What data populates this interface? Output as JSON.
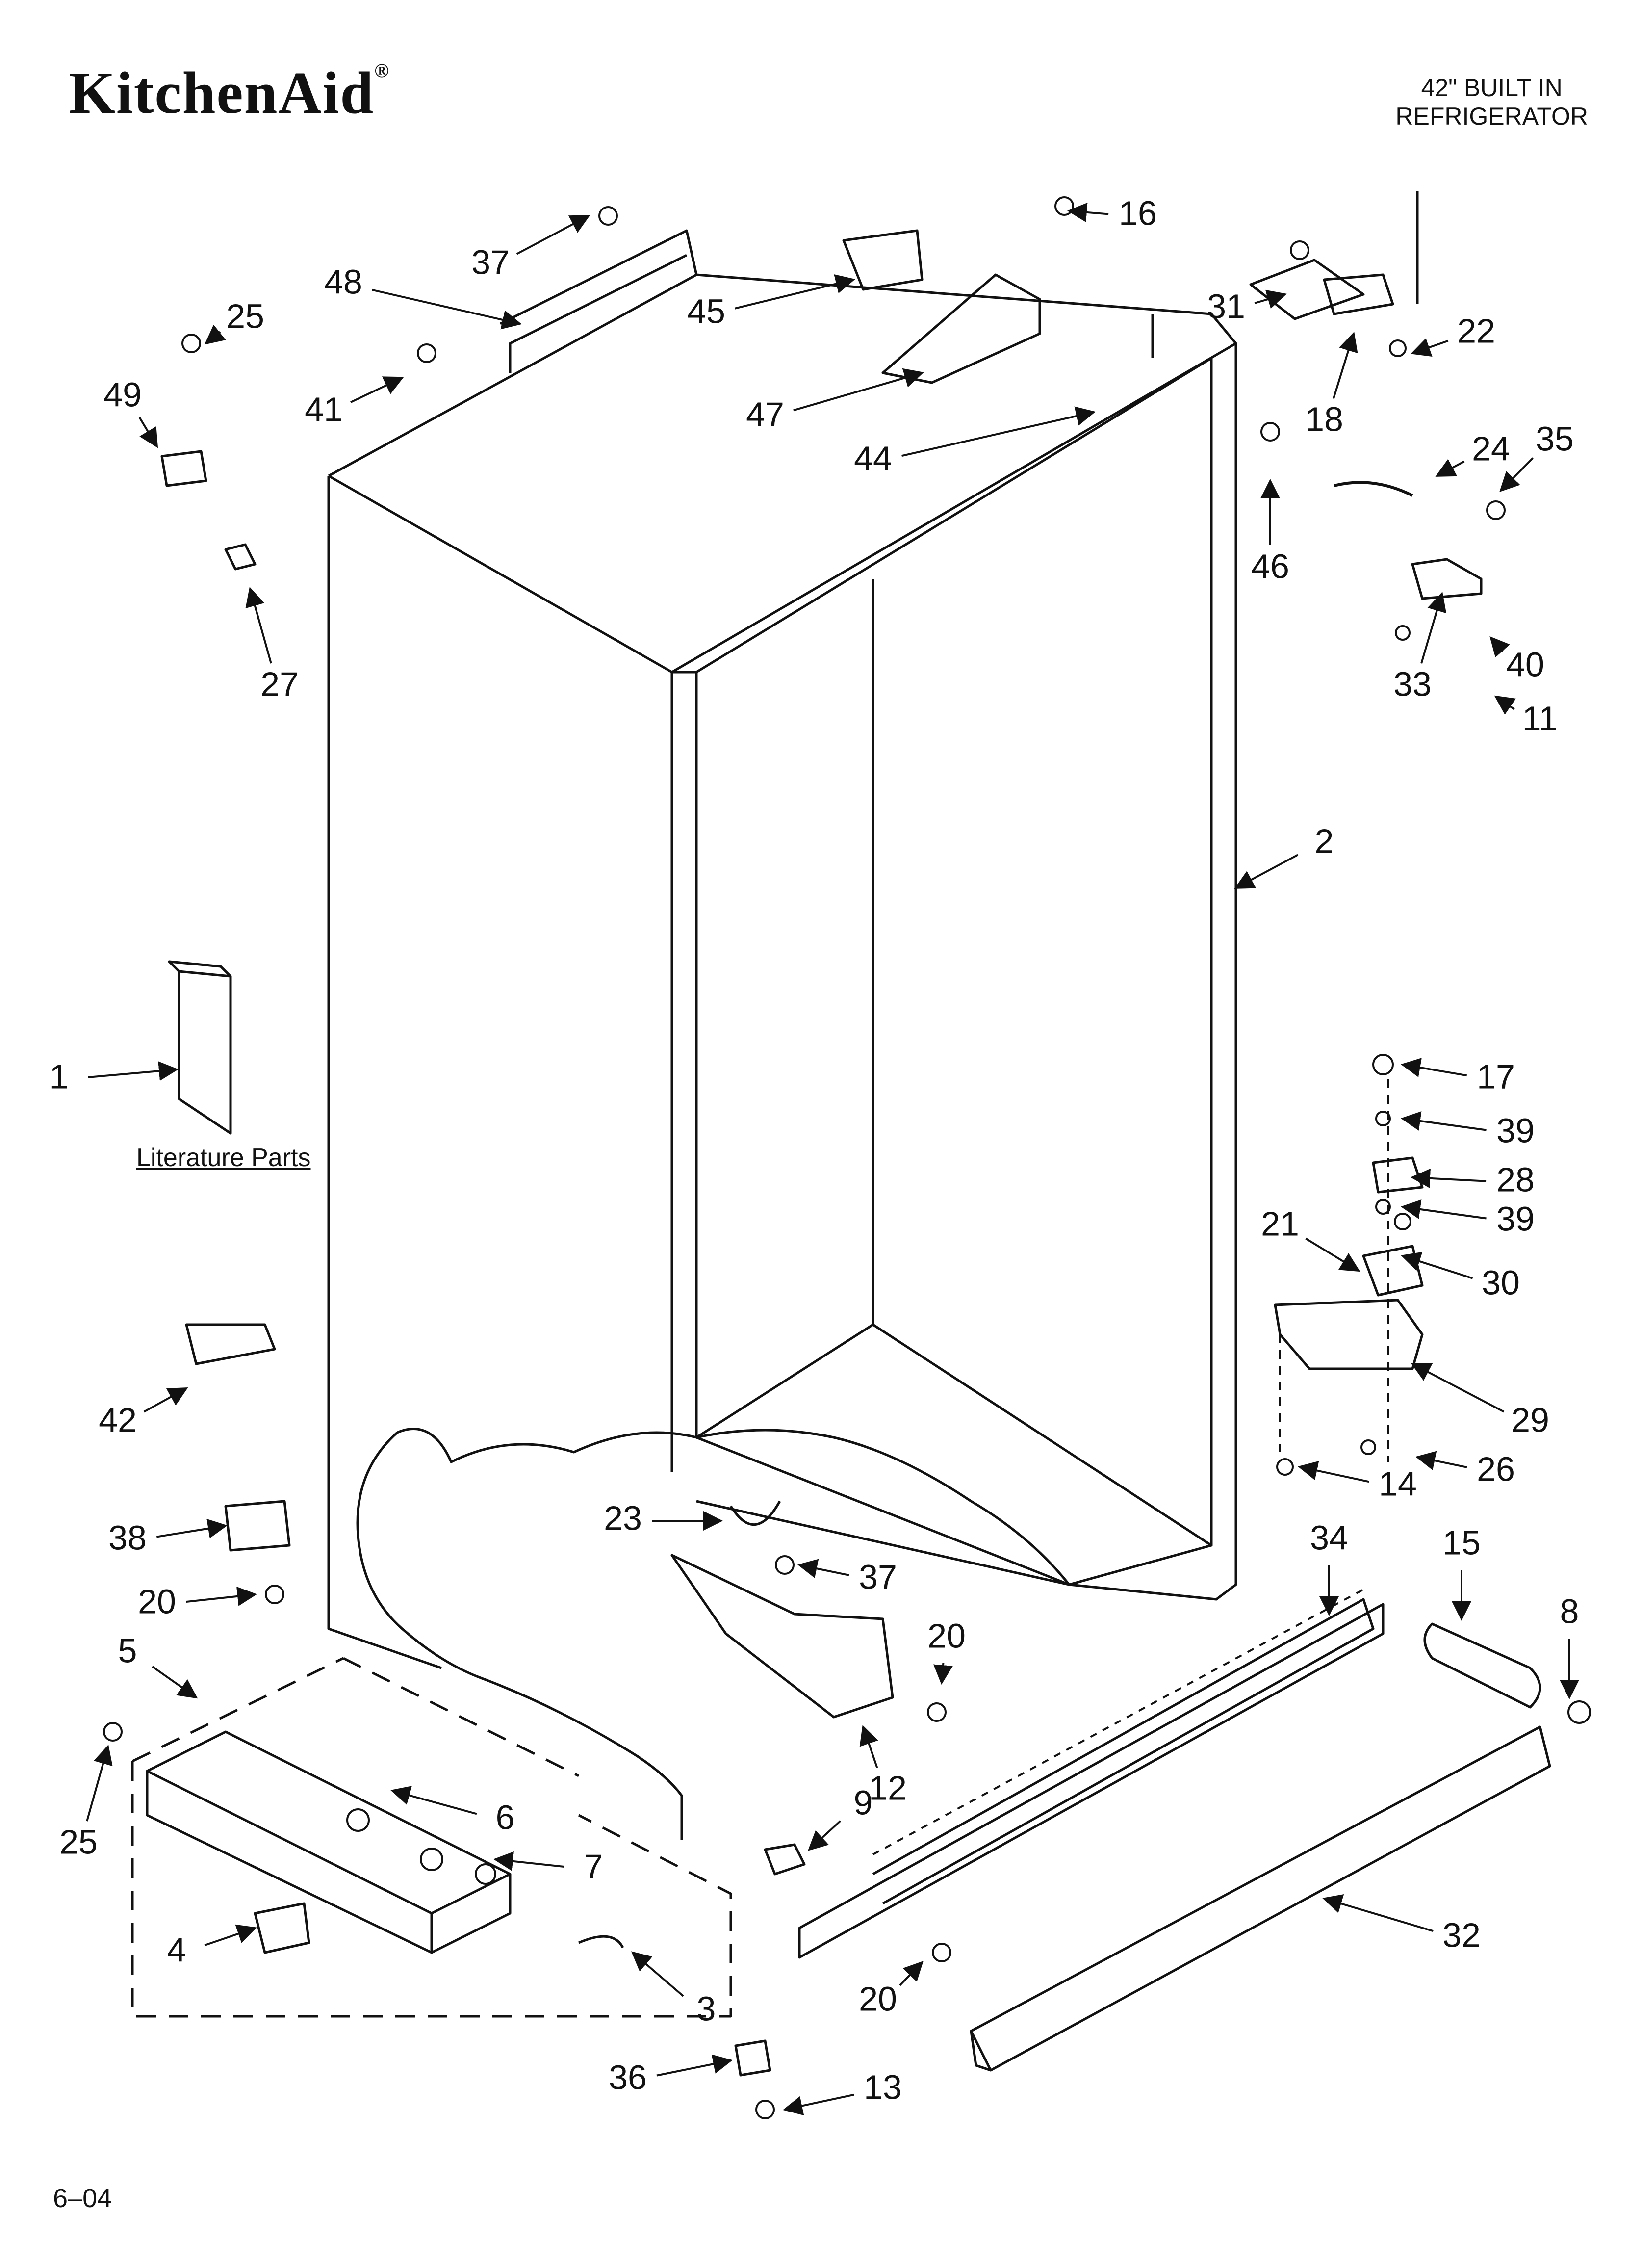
{
  "brand": {
    "name": "KitchenAid",
    "mark": "®"
  },
  "model": {
    "line1": "42\" BUILT IN",
    "line2": "REFRIGERATOR"
  },
  "date_code": "6–04",
  "literature_label": "Literature Parts",
  "callouts": [
    {
      "id": "c37a",
      "label": "37"
    },
    {
      "id": "c48",
      "label": "48"
    },
    {
      "id": "c16",
      "label": "16"
    },
    {
      "id": "c25a",
      "label": "25"
    },
    {
      "id": "c49",
      "label": "49"
    },
    {
      "id": "c45",
      "label": "45"
    },
    {
      "id": "c31",
      "label": "31"
    },
    {
      "id": "c22",
      "label": "22"
    },
    {
      "id": "c41",
      "label": "41"
    },
    {
      "id": "c47",
      "label": "47"
    },
    {
      "id": "c18",
      "label": "18"
    },
    {
      "id": "c44",
      "label": "44"
    },
    {
      "id": "c24",
      "label": "24"
    },
    {
      "id": "c35",
      "label": "35"
    },
    {
      "id": "c46",
      "label": "46"
    },
    {
      "id": "c27",
      "label": "27"
    },
    {
      "id": "c40",
      "label": "40"
    },
    {
      "id": "c33",
      "label": "33"
    },
    {
      "id": "c11",
      "label": "11"
    },
    {
      "id": "c2",
      "label": "2"
    },
    {
      "id": "c1",
      "label": "1"
    },
    {
      "id": "c17",
      "label": "17"
    },
    {
      "id": "c39a",
      "label": "39"
    },
    {
      "id": "c28",
      "label": "28"
    },
    {
      "id": "c39b",
      "label": "39"
    },
    {
      "id": "c21",
      "label": "21"
    },
    {
      "id": "c30",
      "label": "30"
    },
    {
      "id": "c29",
      "label": "29"
    },
    {
      "id": "c42",
      "label": "42"
    },
    {
      "id": "c26",
      "label": "26"
    },
    {
      "id": "c14",
      "label": "14"
    },
    {
      "id": "c23",
      "label": "23"
    },
    {
      "id": "c38",
      "label": "38"
    },
    {
      "id": "c34",
      "label": "34"
    },
    {
      "id": "c15",
      "label": "15"
    },
    {
      "id": "c37b",
      "label": "37"
    },
    {
      "id": "c20a",
      "label": "20"
    },
    {
      "id": "c8",
      "label": "8"
    },
    {
      "id": "c5",
      "label": "5"
    },
    {
      "id": "c20b",
      "label": "20"
    },
    {
      "id": "c6",
      "label": "6"
    },
    {
      "id": "c12",
      "label": "12"
    },
    {
      "id": "c9",
      "label": "9"
    },
    {
      "id": "c25b",
      "label": "25"
    },
    {
      "id": "c7",
      "label": "7"
    },
    {
      "id": "c4",
      "label": "4"
    },
    {
      "id": "c32",
      "label": "32"
    },
    {
      "id": "c3",
      "label": "3"
    },
    {
      "id": "c20c",
      "label": "20"
    },
    {
      "id": "c36",
      "label": "36"
    },
    {
      "id": "c13",
      "label": "13"
    }
  ]
}
